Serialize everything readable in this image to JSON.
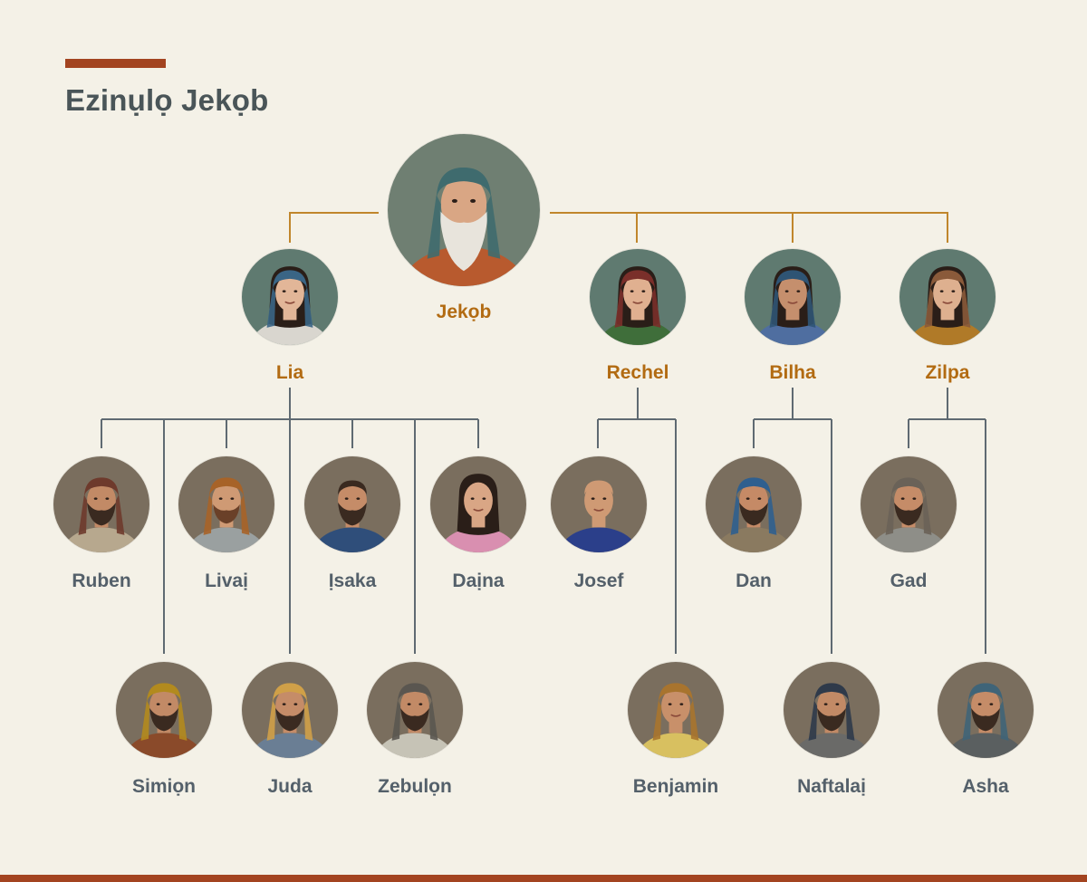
{
  "title": "Ezinụlọ Jekọb",
  "colors": {
    "accent": "#a34420",
    "parent_line": "#c0862c",
    "child_line": "#5f6a72",
    "parent_name": "#b26b12",
    "child_name": "#54606a",
    "background": "#f4f1e7"
  },
  "people": {
    "jacob": "Jekọb",
    "lia": "Lia",
    "rechel": "Rechel",
    "bilha": "Bilha",
    "zilpa": "Zilpa",
    "ruben": "Ruben",
    "livai": "Livaị",
    "isaka": "Ịsaka",
    "daina": "Daịna",
    "josef": "Josef",
    "dan": "Dan",
    "gad": "Gad",
    "simion": "Simiọn",
    "juda": "Juda",
    "zebulon": "Zebulọn",
    "benjamin": "Benjamin",
    "naftalai": "Naftalaị",
    "asha": "Asha"
  }
}
